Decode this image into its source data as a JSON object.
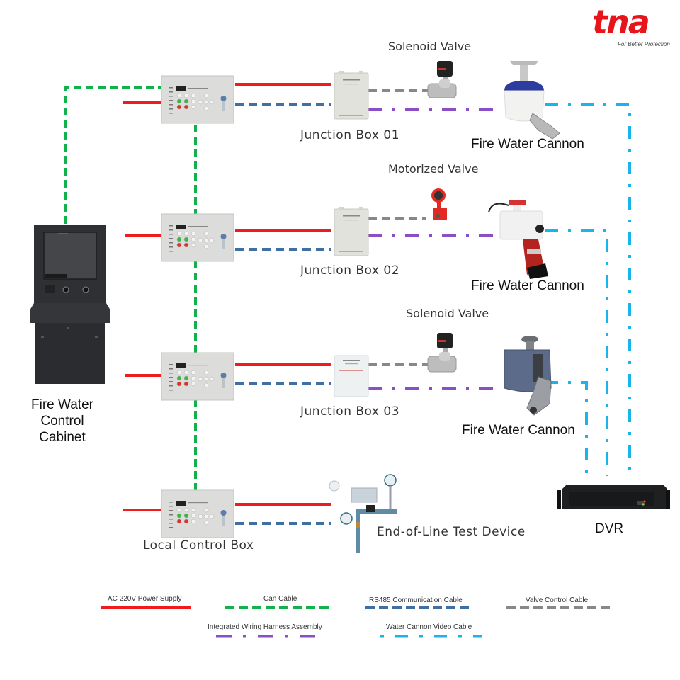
{
  "brand": {
    "logo_text": "tna",
    "tagline": "For Better Protection",
    "color": "#e8141c"
  },
  "colors": {
    "power": "#ee1c1c",
    "can": "#13b14c",
    "rs485": "#3f6fa3",
    "valve": "#888888",
    "harness": "#8a4fc7",
    "video": "#19b4ec"
  },
  "nodes": {
    "cabinet": {
      "label_lines": [
        "Fire Water",
        "Control",
        "Cabinet"
      ]
    },
    "local_control_boxes": [
      {
        "id": "lcb-1"
      },
      {
        "id": "lcb-2"
      },
      {
        "id": "lcb-3"
      },
      {
        "id": "lcb-4",
        "label": "Local Control Box"
      }
    ],
    "junction_boxes": [
      {
        "label": "Junction Box 01"
      },
      {
        "label": "Junction Box 02"
      },
      {
        "label": "Junction Box 03"
      }
    ],
    "valves": [
      {
        "label": "Solenoid Valve",
        "type": "solenoid"
      },
      {
        "label": "Motorized Valve",
        "type": "motorized"
      },
      {
        "label": "Solenoid Valve",
        "type": "solenoid"
      }
    ],
    "cannons": [
      {
        "label": "Fire Water Cannon"
      },
      {
        "label": "Fire Water Cannon"
      },
      {
        "label": "Fire Water Cannon"
      }
    ],
    "test_device": {
      "label": "End-of-Line Test Device"
    },
    "dvr": {
      "label": "DVR"
    }
  },
  "legend": [
    {
      "label": "AC 220V Power Supply",
      "style": "power"
    },
    {
      "label": "Can Cable",
      "style": "can"
    },
    {
      "label": "RS485 Communication Cable",
      "style": "rs485"
    },
    {
      "label": "Valve Control Cable",
      "style": "valve"
    },
    {
      "label": "Integrated Wiring Harness Assembly",
      "style": "harness"
    },
    {
      "label": "Water Cannon Video Cable",
      "style": "video"
    }
  ]
}
